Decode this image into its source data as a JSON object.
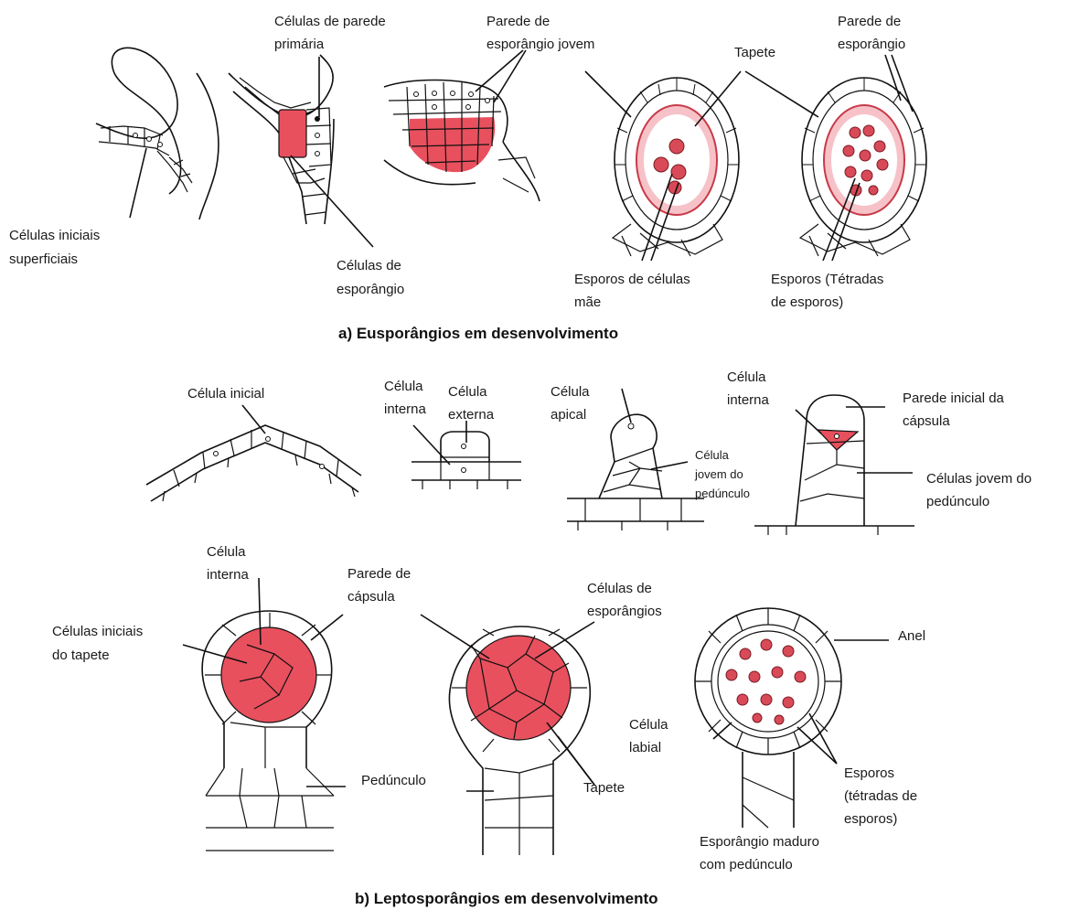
{
  "captions": {
    "a": "a) Eusporângios em desenvolvimento",
    "b": "b) Leptosporângios em desenvolvimento"
  },
  "labels": {
    "celulas_iniciais_superficiais": [
      "Células iniciais",
      "superficiais"
    ],
    "celulas_parede_primaria": [
      "Células de parede",
      "primária"
    ],
    "parede_esporangio_jovem": [
      "Parede de",
      "esporângio jovem"
    ],
    "tapete_a": [
      "Tapete"
    ],
    "parede_esporangio": [
      "Parede de",
      "esporângio"
    ],
    "celulas_esporangio": [
      "Células de",
      "esporângio"
    ],
    "esporos_celulas_mae": [
      "Esporos de células",
      "mãe"
    ],
    "esporos_tetradas": [
      "Esporos (Tétradas",
      "de esporos)"
    ],
    "celula_inicial": [
      "Célula inicial"
    ],
    "celula_interna_1": [
      "Célula",
      "interna"
    ],
    "celula_externa": [
      "Célula",
      "externa"
    ],
    "celula_apical": [
      "Célula",
      "apical"
    ],
    "celula_jovem_pedunculo": [
      "Célula",
      "jovem do",
      "pedúnculo"
    ],
    "celula_interna_2": [
      "Célula",
      "interna"
    ],
    "parede_inicial_capsula": [
      "Parede inicial da",
      "cápsula"
    ],
    "celulas_jovem_pedunculo": [
      "Células jovem do",
      "pedúnculo"
    ],
    "celula_interna_3": [
      "Célula",
      "interna"
    ],
    "parede_capsula": [
      "Parede de",
      "cápsula"
    ],
    "celulas_iniciais_tapete": [
      "Células iniciais",
      "do tapete"
    ],
    "celulas_esporangios": [
      "Células de",
      "esporângios"
    ],
    "anel": [
      "Anel"
    ],
    "celula_labial": [
      "Célula",
      "labial"
    ],
    "pedunculo": [
      "Pedúnculo"
    ],
    "tapete_b": [
      "Tapete"
    ],
    "esporos_b": [
      "Esporos",
      "(tétradas de",
      "esporos)"
    ],
    "esporangio_maduro": [
      "Esporângio maduro",
      "com pedúnculo"
    ]
  },
  "colors": {
    "tissue": "#e8505e",
    "ink": "#111111",
    "background": "#ffffff"
  }
}
